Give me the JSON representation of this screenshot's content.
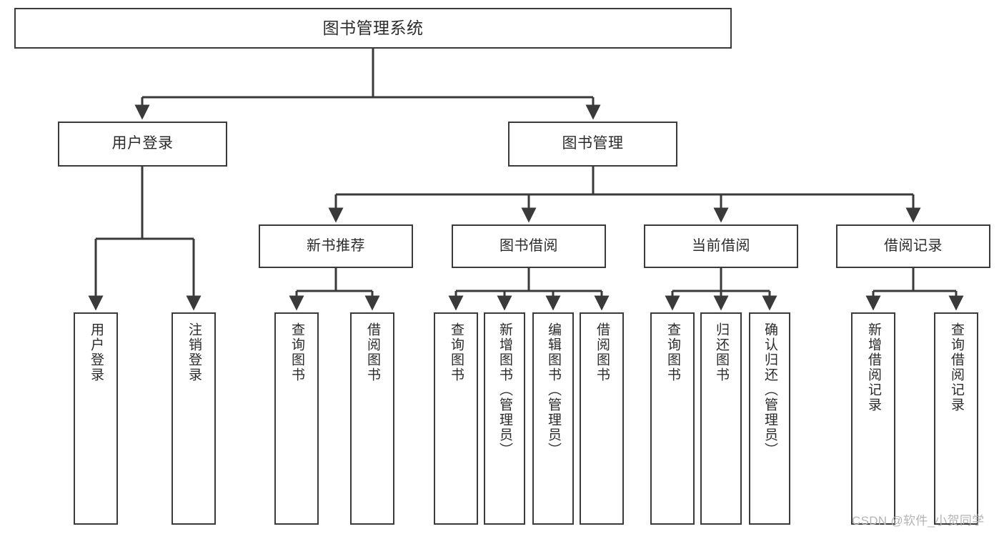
{
  "diagram": {
    "title": "图书管理系统",
    "type": "tree",
    "watermark": "CSDN @软件_小贺同学",
    "colors": {
      "stroke": "#3a3a3a",
      "fill": "#ffffff",
      "text": "#2b2b2b",
      "watermark": "#b4b4b4"
    },
    "root": {
      "label": "图书管理系统"
    },
    "level1": [
      {
        "label": "用户登录"
      },
      {
        "label": "图书管理"
      }
    ],
    "level2": [
      {
        "label": "新书推荐",
        "parent": "图书管理"
      },
      {
        "label": "图书借阅",
        "parent": "图书管理"
      },
      {
        "label": "当前借阅",
        "parent": "图书管理"
      },
      {
        "label": "借阅记录",
        "parent": "图书管理"
      }
    ],
    "leaves": {
      "user_login": [
        {
          "label": "用户登录"
        },
        {
          "label": "注销登录"
        }
      ],
      "new_book": [
        {
          "label": "查询图书"
        },
        {
          "label": "借阅图书"
        }
      ],
      "borrow": [
        {
          "label": "查询图书"
        },
        {
          "label": "新增图书（管理员）"
        },
        {
          "label": "编辑图书（管理员）"
        },
        {
          "label": "借阅图书"
        }
      ],
      "current": [
        {
          "label": "查询图书"
        },
        {
          "label": "归还图书"
        },
        {
          "label": "确认归还（管理员）"
        }
      ],
      "record": [
        {
          "label": "新增借阅记录"
        },
        {
          "label": "查询借阅记录"
        }
      ]
    }
  }
}
